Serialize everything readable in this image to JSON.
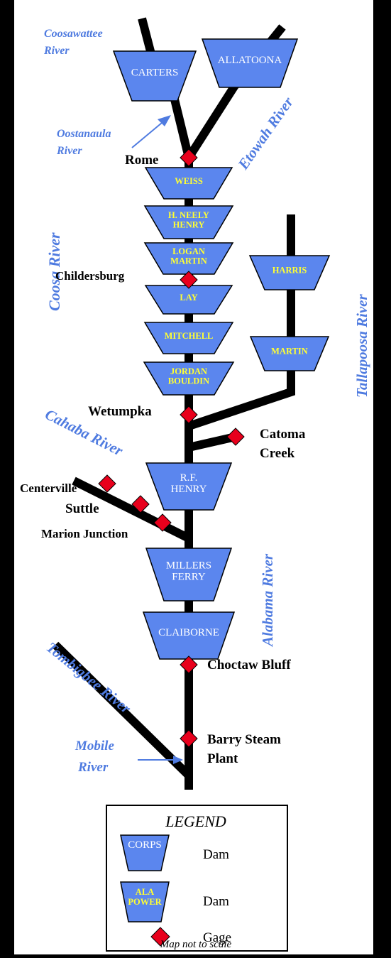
{
  "colors": {
    "background": "#ffffff",
    "frame": "#000000",
    "dam_fill": "#5b86ee",
    "dam_stroke": "#000000",
    "corps_label": "#ffffff",
    "apc_label": "#ffff33",
    "gage": "#e8001c",
    "river_label": "#4f7be0"
  },
  "rivers": {
    "coosawattee": [
      "Coosawattee",
      "River"
    ],
    "oostanaula": [
      "Oostanaula",
      "River"
    ],
    "etowah": "Etowah River",
    "coosa": "Coosa River",
    "tallapoosa": "Tallapoosa River",
    "cahaba": "Cahaba River",
    "alabama": "Alabama River",
    "tombigbee": "Tombigbee River",
    "mobile": [
      "Mobile",
      "River"
    ]
  },
  "dams": {
    "carters": [
      "CARTERS"
    ],
    "allatoona": [
      "ALLATOONA"
    ],
    "weiss": [
      "WEISS"
    ],
    "neely_henry": [
      "H. NEELY",
      "HENRY"
    ],
    "logan_martin": [
      "LOGAN",
      "MARTIN"
    ],
    "lay": [
      "LAY"
    ],
    "mitchell": [
      "MITCHELL"
    ],
    "jordan_bouldin": [
      "JORDAN",
      "BOULDIN"
    ],
    "harris": [
      "HARRIS"
    ],
    "martin": [
      "MARTIN"
    ],
    "rf_henry": [
      "R.F.",
      "HENRY"
    ],
    "millers_ferry": [
      "MILLERS",
      "FERRY"
    ],
    "claiborne": [
      "CLAIBORNE"
    ]
  },
  "gages": {
    "rome": [
      "Rome"
    ],
    "childersburg": [
      "Childersburg"
    ],
    "wetumpka": [
      "Wetumpka"
    ],
    "catoma": [
      "Catoma",
      "Creek"
    ],
    "centerville": [
      "Centerville"
    ],
    "suttle": [
      "Suttle"
    ],
    "marion": [
      "Marion Junction"
    ],
    "choctaw": [
      "Choctaw Bluff"
    ],
    "barry": [
      "Barry Steam",
      "Plant"
    ]
  },
  "legend": {
    "title": "LEGEND",
    "corps_symbol": "CORPS",
    "corps_label": "Dam",
    "apc_symbol": [
      "ALA",
      "POWER"
    ],
    "apc_label": "Dam",
    "gage_label": "Gage",
    "note": "Map not to scale"
  }
}
